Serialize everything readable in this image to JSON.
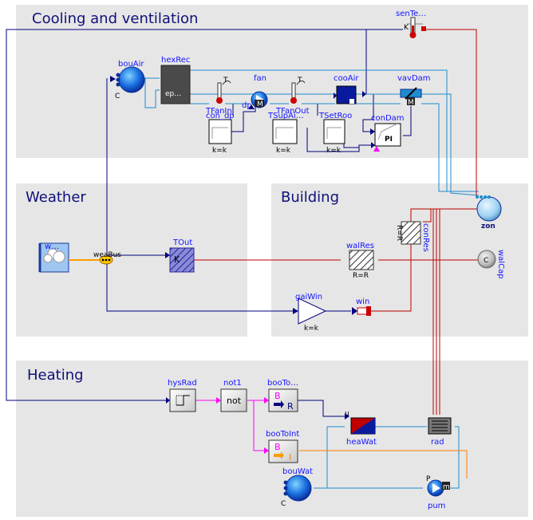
{
  "sections": {
    "cooling": "Cooling and ventilation",
    "weather": "Weather",
    "building": "Building",
    "heating": "Heating"
  },
  "components": {
    "senTemp": "senTe…",
    "bouAir": "bouAir",
    "hexRec": "hexRec",
    "hexRec_param": "ep…",
    "fan": "fan",
    "TFanIn": "TFanIn",
    "TFanOut": "TFanOut",
    "dp": "dp",
    "cooAir": "cooAir",
    "vavDam": "vavDam",
    "conDp": "con_dp",
    "TSupAir": "TSupAi…",
    "TSetRoo": "TSetRoo",
    "conDam": "conDam",
    "pi_text": "PI",
    "kk1": "k=k",
    "kk2": "k=k",
    "kk3": "k=k",
    "zon": "zon",
    "weaDat": "w…",
    "weaBus": "weaBus",
    "TOut": "TOut",
    "TOut_k": "K",
    "walRes": "walRes",
    "walRes_param": "R=R",
    "conRes": "conRes",
    "conRes_param": "R=R",
    "walCap": "walCap",
    "walCap_c": "C",
    "gaiWin": "gaiWin",
    "gaiWin_param": "k=k",
    "win": "win",
    "hysRad": "hysRad",
    "not1": "not1",
    "not_text": "not",
    "booToReal": "booTo…",
    "booToReal_b": "B",
    "booToReal_r": "R",
    "booToInt": "booToInt",
    "booToInt_b": "B",
    "booToInt_i": "I",
    "heaWat": "heaWat",
    "u_label": "u",
    "rad": "rad",
    "bouWat": "bouWat",
    "bouWat_c": "C",
    "pum": "pum",
    "pum_p": "P",
    "pum_m": "m",
    "senT_k": "K",
    "bouAir_c": "C",
    "fan_m": "M",
    "damper_m": "M",
    "temp_t1": "T",
    "temp_t2": "T"
  },
  "colors": {
    "panel": "#e6e6e6",
    "signal": "#00007f",
    "fluid": "#1e8ccd",
    "heat": "#bf0000",
    "boolean": "#ff00ff",
    "integer": "#ff7f00",
    "label": "#1414ff"
  }
}
